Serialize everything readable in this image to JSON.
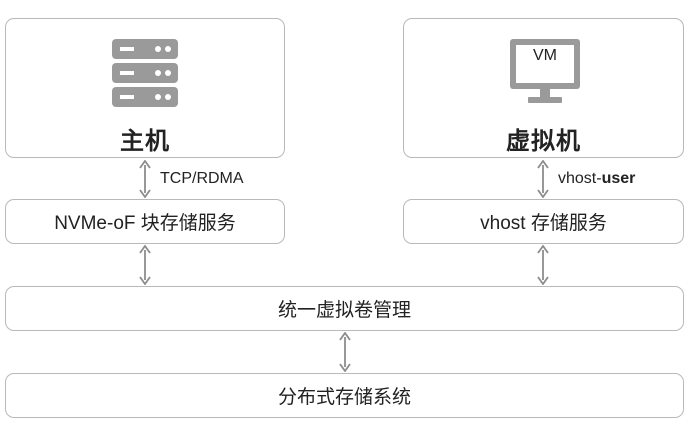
{
  "host": {
    "label": "主机",
    "icon": "server-icon"
  },
  "vm": {
    "label": "虚拟机",
    "screen_text": "VM",
    "icon": "monitor-icon"
  },
  "links": {
    "host_protocol": "TCP/RDMA",
    "vm_protocol_prefix": "vhost-",
    "vm_protocol_suffix": "user"
  },
  "services": {
    "nvmeof": "NVMe-oF 块存储服务",
    "vhost": "vhost 存储服务"
  },
  "layers": {
    "volume_management": "统一虚拟卷管理",
    "distributed_storage": "分布式存储系统"
  },
  "colors": {
    "border": "#b9b9b9",
    "icon": "#9a9a9a",
    "arrow": "#8c8c8c"
  }
}
